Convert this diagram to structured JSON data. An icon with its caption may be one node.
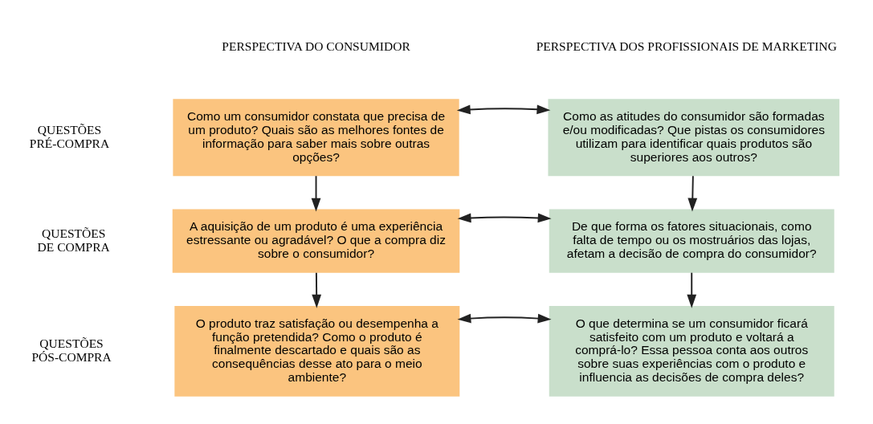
{
  "diagram": {
    "nodes": [
      {
        "text": [
          "Como um consumidor constata que precisa de um produto? Quais são as melhores fontes de informação para saber mais sobre outras opções?"
        ]
      },
      {
        "text": [
          "Como as atitudes do consumidor são formadas e/ou modificadas? Que pistas os consumidores utilizam para identificar quais produtos são superiores aos outros?"
        ]
      },
      {
        "text": [
          "A aquisição de um produto é uma experiência estressante ou agradável? O que a compra diz sobre o consumidor?"
        ]
      },
      {
        "text": [
          "De que forma os fatores situacionais, como falta de tempo ou os mostruários das lojas, afetam a decisão de compra do consumidor?"
        ]
      },
      {
        "text": [
          "O produto traz satisfação ou desempenha a função pretendida? Como o produto é finalmente descartado e quais são as consequências desse ato para o meio ambiente?"
        ]
      },
      {
        "text": [
          "O que determina se um consumidor ficará satisfeito com um produto e voltará a comprá-lo? Essa pessoa conta aos outros sobre suas experiências com o produto e influencia as decisões de compra deles?"
        ]
      }
    ],
    "edges": [
      {
        "from": 0,
        "to": 1,
        "arrow": "both"
      },
      {
        "from": 0,
        "to": 2,
        "arrow": "to"
      },
      {
        "from": 1,
        "to": 3,
        "arrow": "to"
      },
      {
        "from": 2,
        "to": 3,
        "arrow": "both"
      },
      {
        "from": 2,
        "to": 4,
        "arrow": "to"
      },
      {
        "from": 3,
        "to": 5,
        "arrow": "to"
      },
      {
        "from": 4,
        "to": 5,
        "arrow": "both"
      }
    ],
    "labels": [
      "PERSPECTIVA DO CONSUMIDOR",
      "PERSPECTIVA DOS PROFISSIONAIS DE MARKETING",
      "QUESTÕES PRÉ-COMPRA",
      "QUESTÕES DE COMPRA",
      "QUESTÕES PÓS-COMPRA"
    ]
  }
}
